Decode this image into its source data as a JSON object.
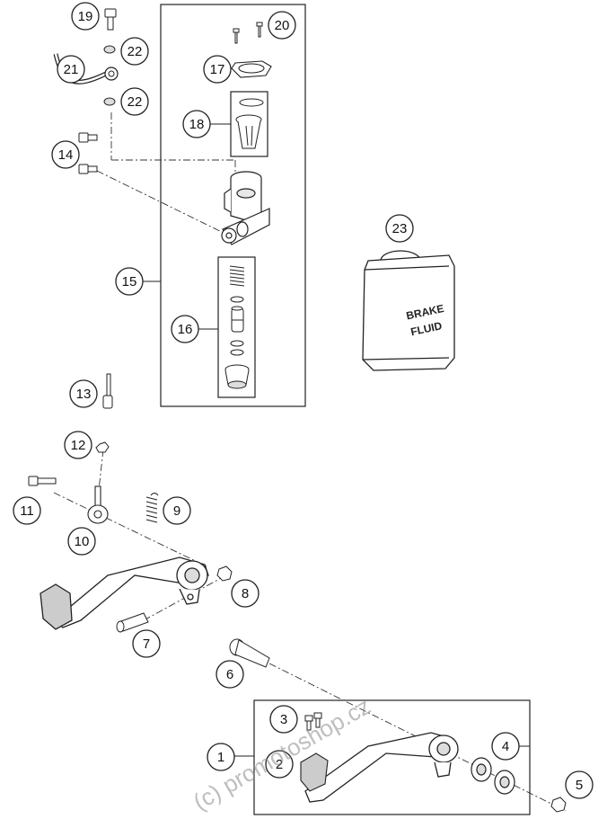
{
  "callouts": [
    {
      "n": "1"
    },
    {
      "n": "2"
    },
    {
      "n": "3"
    },
    {
      "n": "4"
    },
    {
      "n": "5"
    },
    {
      "n": "6"
    },
    {
      "n": "7"
    },
    {
      "n": "8"
    },
    {
      "n": "9"
    },
    {
      "n": "10"
    },
    {
      "n": "11"
    },
    {
      "n": "12"
    },
    {
      "n": "13"
    },
    {
      "n": "14"
    },
    {
      "n": "15"
    },
    {
      "n": "16"
    },
    {
      "n": "17"
    },
    {
      "n": "18"
    },
    {
      "n": "19"
    },
    {
      "n": "20"
    },
    {
      "n": "21"
    },
    {
      "n": "22"
    },
    {
      "n": "22"
    },
    {
      "n": "23"
    }
  ],
  "bottle_label": {
    "line1": "BRAKE",
    "line2": "FLUID"
  },
  "watermark": "(c) promotoshop.cz"
}
